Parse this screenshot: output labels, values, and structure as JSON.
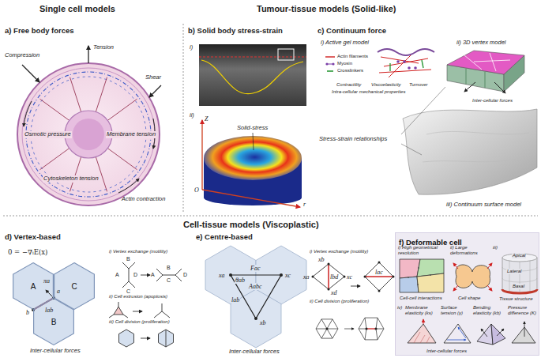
{
  "diagram": {
    "nodes": [
      {
        "text": [
          "A"
        ]
      },
      {
        "text": [
          "C"
        ]
      },
      {
        "text": [
          "B"
        ]
      },
      {
        "text": [
          "f) Deformable cell"
        ]
      }
    ],
    "labels": [
      "Single cell models",
      "Tumour-tissue models (Solid-like)",
      "a) Free body forces",
      "Tension",
      "Compression",
      "Shear",
      "Osmotic pressure",
      "Membrane tension",
      "Cytoskeleton tension",
      "Actin contraction",
      "b) Solid body stress-strain",
      "i)",
      "ii)",
      "Z",
      "Solid-stress",
      "O",
      "r",
      "c) Continuum force",
      "i) Active gel model",
      "ii) 3D vertex model",
      "Contractility",
      "Viscoelasticity",
      "Turnover",
      "Intra-cellular mechanical properties",
      "Inter-cellular forces",
      "Stress-strain relationships",
      "iii) Continuum surface model",
      "Cell-tissue models (Viscoplastic)",
      "d) Vertex-based",
      "0 = −∇ᵢE(x)",
      "πa",
      "a",
      "b",
      "lab",
      "Inter-cellular forces",
      "i) Vertex exchange (motility)",
      "B",
      "A",
      "D",
      "C",
      "B",
      "A",
      "D",
      "C",
      "ii) Cell extrusion (apoptosis)",
      "iii) Cell division (proliferation)",
      "e) Centre-based",
      "xa",
      "xc",
      "xb",
      "Fac",
      "Aabc",
      "θab",
      "lab",
      "Inter-cellular forces",
      "i) Vertex exchange (motility)",
      "xa",
      "xb",
      "xc",
      "xd",
      "lbd",
      "lac",
      "ii) Cell division (proliferation)",
      "i) High geometrical resolution",
      "ii) Large deformations",
      "iii)",
      "Apical",
      "Lateral",
      "Basal",
      "Cell-cell interactions",
      "Cell shape",
      "Tissue structure",
      "iv)",
      "Membrane elasticity (ks)",
      "Surface tension (γ)",
      "Bending elasticity (kb)",
      "Pressure difference (K)",
      "Inter-cellular forces"
    ],
    "legend": [
      {
        "text": "Actin filaments"
      },
      {
        "text": "Myosin"
      },
      {
        "text": "Crosslinkers"
      }
    ]
  }
}
